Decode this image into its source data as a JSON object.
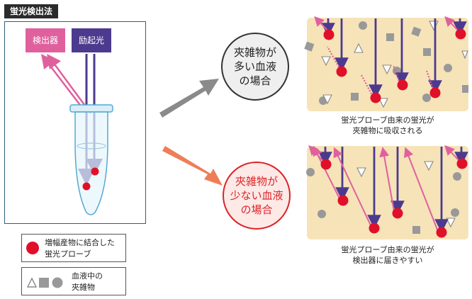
{
  "title": "蛍光検出法",
  "apparatus": {
    "detector_label": "検出器",
    "excitation_label": "励起光"
  },
  "legend": {
    "probe_label": "増幅産物に結合した\n蛍光プローブ",
    "contaminant_label": "血液中の\n夾雑物"
  },
  "case_many": {
    "label": "夾雑物が\n多い血液\nの場合",
    "caption": "蛍光プローブ由来の蛍光が\n夾雑物に吸収される"
  },
  "case_few": {
    "label": "夾雑物が\n少ない血液\nの場合",
    "caption": "蛍光プローブ由来の蛍光が\n検出器に届きやすい"
  },
  "colors": {
    "detector": "#e0609e",
    "excitation": "#4c3a8e",
    "probe": "#e0102a",
    "contaminant": "#999999",
    "panel_bg": "#f6e3b8",
    "arrow_gray": "#8a8a8a",
    "arrow_orange": "#ee7e57",
    "red_circle": "#d9252a"
  }
}
